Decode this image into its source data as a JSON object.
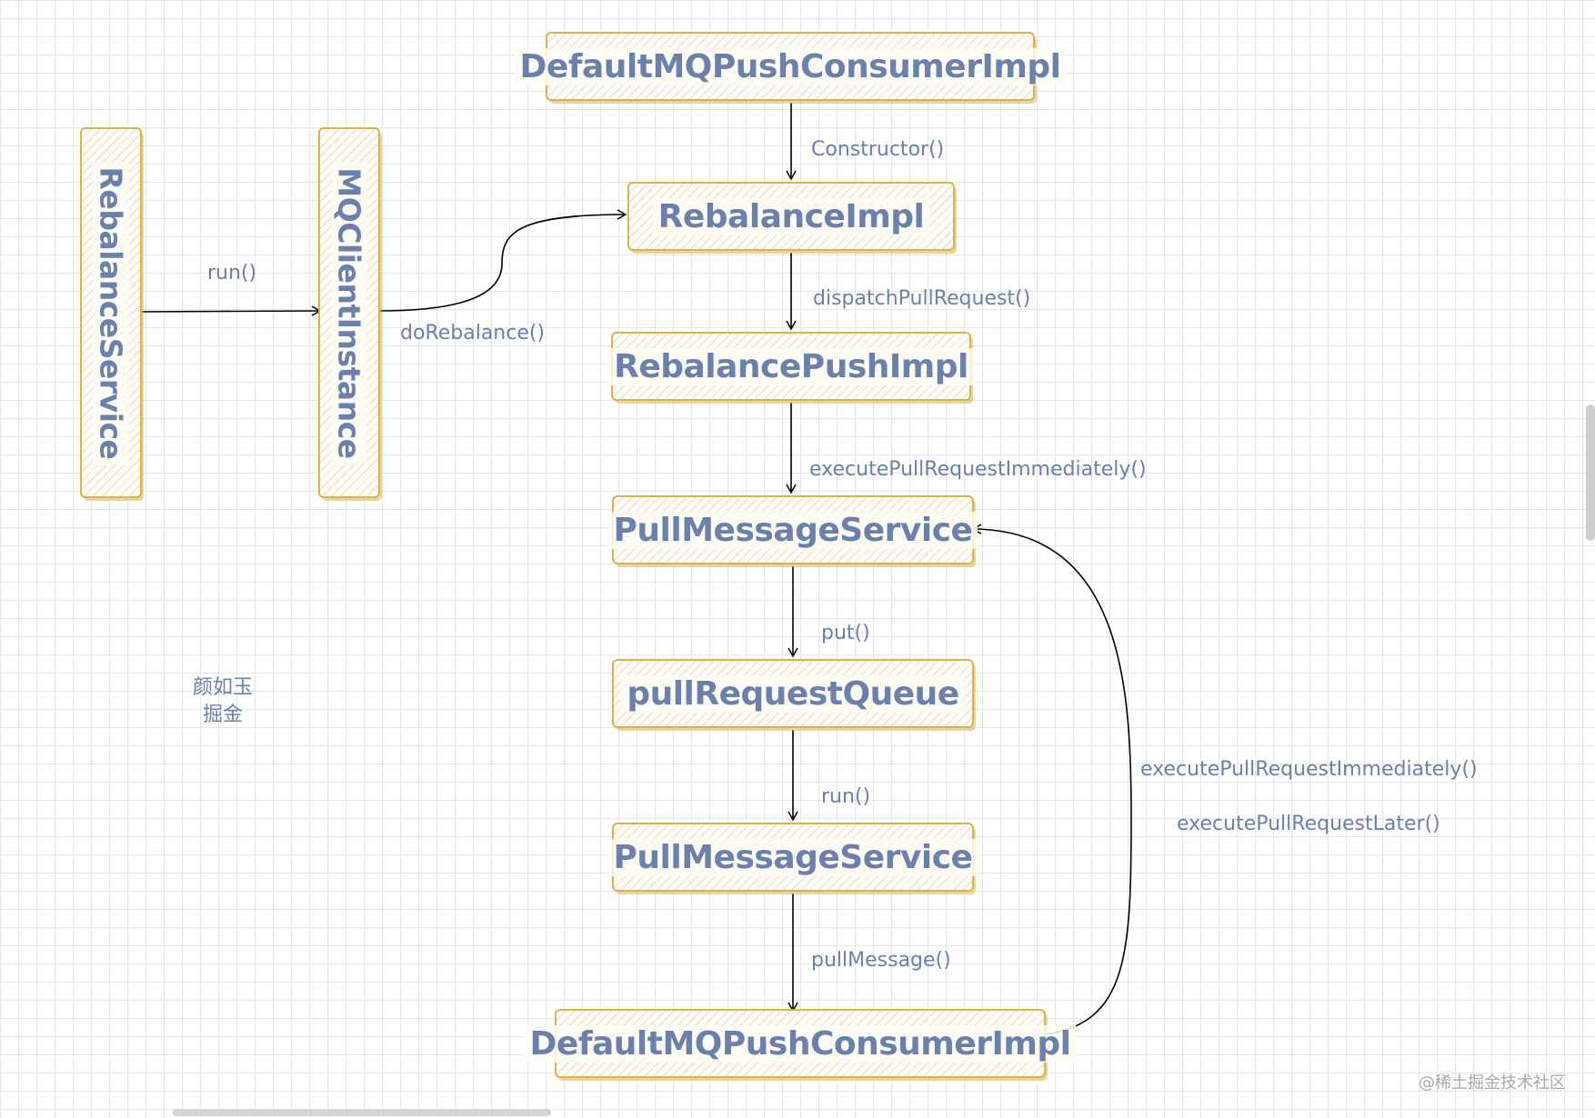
{
  "nodes": {
    "rebalance_service": "RebalanceService",
    "mq_client_instance": "MQClientInstance",
    "consumer_impl_top": "DefaultMQPushConsumerImpl",
    "rebalance_impl": "RebalanceImpl",
    "rebalance_push_impl": "RebalancePushImpl",
    "pull_message_service_1": "PullMessageService",
    "pull_request_queue": "pullRequestQueue",
    "pull_message_service_2": "PullMessageService",
    "consumer_impl_bottom": "DefaultMQPushConsumerImpl"
  },
  "edges": {
    "run_1": "run()",
    "do_rebalance": "doRebalance()",
    "constructor": "Constructor()",
    "dispatch_pull_request": "dispatchPullRequest()",
    "execute_pull_request_immediately": "executePullRequestImmediately()",
    "put": "put()",
    "run_2": "run()",
    "pull_message": "pullMessage()",
    "loop_immediately": "executePullRequestImmediately()",
    "loop_later": "executePullRequestLater()"
  },
  "note": {
    "line1": "颜如玉",
    "line2": "掘金"
  },
  "watermark": "@稀土掘金技术社区",
  "colors": {
    "node_border": "#d9b44a",
    "text": "#6b80ad",
    "line": "#000000"
  }
}
